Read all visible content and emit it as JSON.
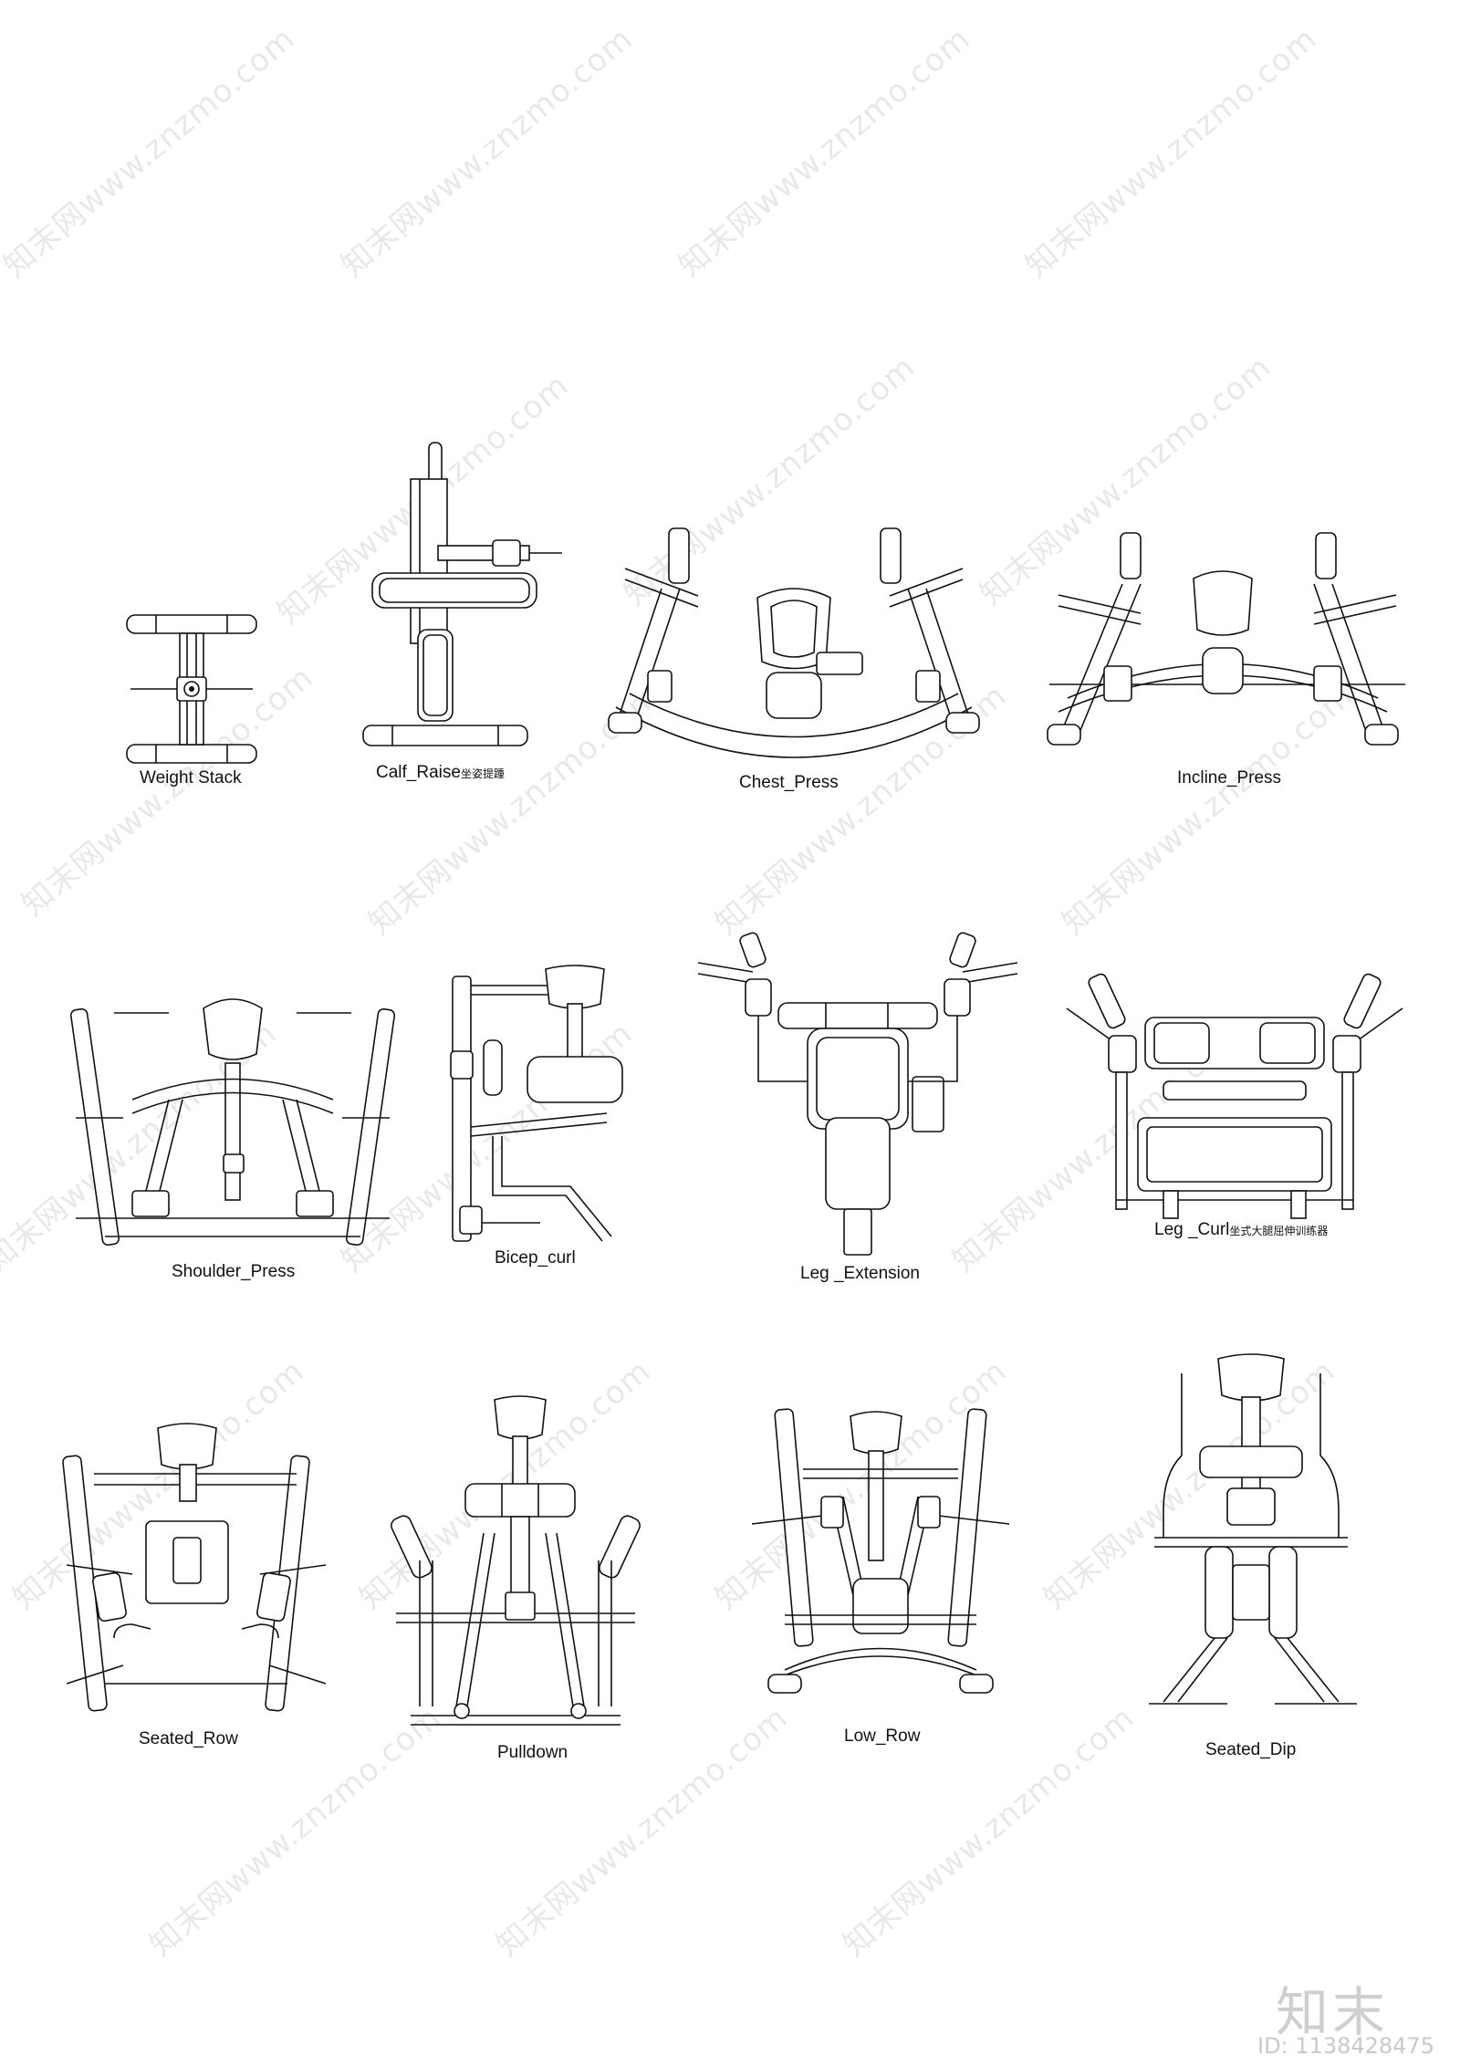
{
  "machines": [
    {
      "id": "weight-stack",
      "label": "Weight Stack",
      "sub": ""
    },
    {
      "id": "calf-raise",
      "label": "Calf_Raise",
      "sub": "坐姿提踵"
    },
    {
      "id": "chest-press",
      "label": "Chest_Press",
      "sub": ""
    },
    {
      "id": "incline-press",
      "label": "Incline_Press",
      "sub": ""
    },
    {
      "id": "shoulder-press",
      "label": "Shoulder_Press",
      "sub": ""
    },
    {
      "id": "bicep-curl",
      "label": "Bicep_curl",
      "sub": ""
    },
    {
      "id": "leg-extension",
      "label": "Leg _Extension",
      "sub": ""
    },
    {
      "id": "leg-curl",
      "label": "Leg _Curl",
      "sub": "坐式大腿屈伸训练器"
    },
    {
      "id": "seated-row",
      "label": "Seated_Row",
      "sub": ""
    },
    {
      "id": "pulldown",
      "label": "Pulldown",
      "sub": ""
    },
    {
      "id": "low-row",
      "label": "Low_Row",
      "sub": ""
    },
    {
      "id": "seated-dip",
      "label": "Seated_Dip",
      "sub": ""
    }
  ],
  "watermark": {
    "text": "知末网www.znzmo.com",
    "logo": "知末",
    "id_text": "ID: 1138428475"
  }
}
